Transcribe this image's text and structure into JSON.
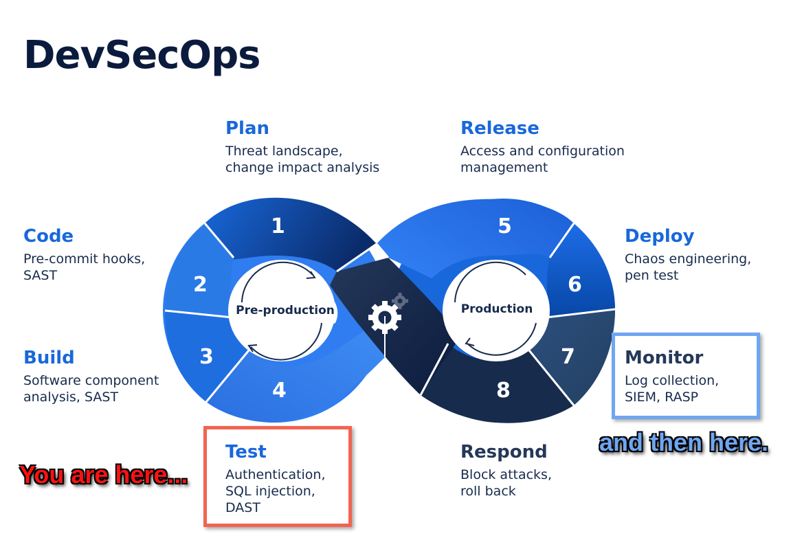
{
  "title": "DevSecOps",
  "diagram": {
    "left_loop_label": "Pre-production",
    "right_loop_label": "Production",
    "center_icon": "gears-icon",
    "segment_numbers": [
      "1",
      "2",
      "3",
      "4",
      "5",
      "6",
      "7",
      "8"
    ]
  },
  "stages": {
    "plan": {
      "name": "Plan",
      "desc": "Threat landscape,\nchange impact analysis"
    },
    "code": {
      "name": "Code",
      "desc": "Pre-commit hooks,\nSAST"
    },
    "build": {
      "name": "Build",
      "desc": "Software component\nanalysis, SAST"
    },
    "test": {
      "name": "Test",
      "desc": "Authentication,\nSQL injection,\nDAST"
    },
    "release": {
      "name": "Release",
      "desc": "Access and configuration\nmanagement"
    },
    "deploy": {
      "name": "Deploy",
      "desc": "Chaos engineering,\npen test"
    },
    "monitor": {
      "name": "Monitor",
      "desc": "Log collection,\nSIEM, RASP"
    },
    "respond": {
      "name": "Respond",
      "desc": "Block attacks,\nroll back"
    }
  },
  "annotations": {
    "here": "You are here...",
    "then": "and then here."
  },
  "colors": {
    "title": "#0b1b3d",
    "stage_blue": "#1868db",
    "stage_navy": "#253858",
    "highlight_red": "#f26451",
    "highlight_blue": "#6fa6f2",
    "note_red": "#ff1111"
  }
}
